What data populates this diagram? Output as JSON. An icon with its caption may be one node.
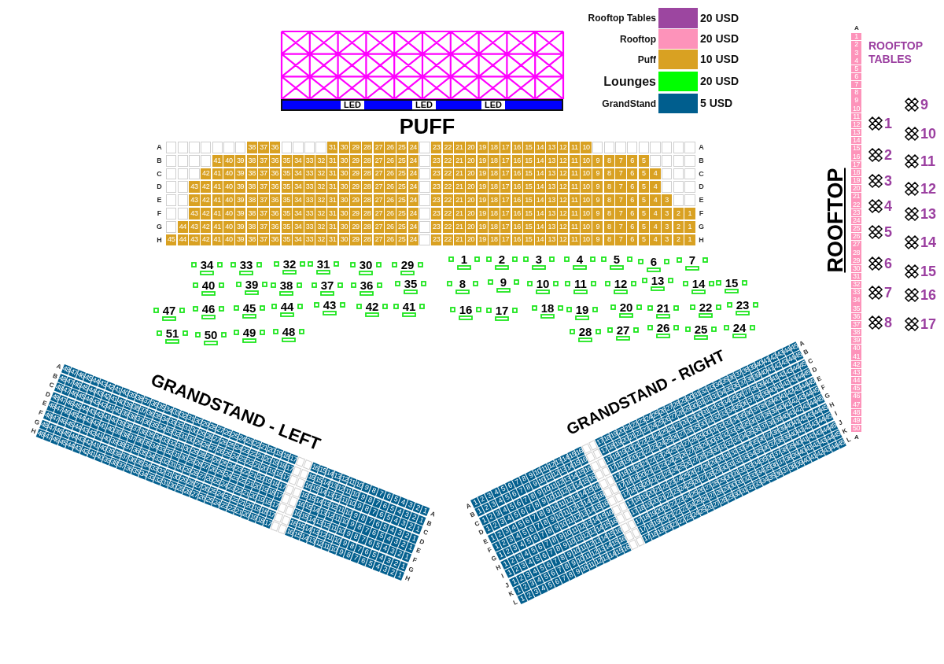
{
  "diagram": {
    "nodes": [
      {
        "text": [],
        "shape": "bar"
      },
      {
        "text": [
          "LED"
        ],
        "in": 0
      },
      {
        "text": [
          "LED"
        ],
        "in": 0
      },
      {
        "text": [
          "LED"
        ],
        "in": 0
      },
      {
        "text": [
          "PUFF"
        ]
      },
      {
        "text": [
          "34"
        ]
      },
      {
        "text": [
          "33"
        ]
      },
      {
        "text": [
          "32"
        ]
      },
      {
        "text": [
          "31"
        ]
      },
      {
        "text": [
          "30"
        ]
      },
      {
        "text": [
          "29"
        ]
      },
      {
        "text": [
          "1"
        ]
      },
      {
        "text": [
          "2"
        ]
      },
      {
        "text": [
          "3"
        ]
      },
      {
        "text": [
          "4"
        ]
      },
      {
        "text": [
          "5"
        ]
      },
      {
        "text": [
          "6"
        ]
      },
      {
        "text": [
          "7"
        ]
      },
      {
        "text": [
          "40"
        ]
      },
      {
        "text": [
          "39"
        ]
      },
      {
        "text": [
          "38"
        ]
      },
      {
        "text": [
          "37"
        ]
      },
      {
        "text": [
          "36"
        ]
      },
      {
        "text": [
          "35"
        ]
      },
      {
        "text": [
          "8"
        ]
      },
      {
        "text": [
          "9"
        ]
      },
      {
        "text": [
          "10"
        ]
      },
      {
        "text": [
          "11"
        ]
      },
      {
        "text": [
          "12"
        ]
      },
      {
        "text": [
          "13"
        ]
      },
      {
        "text": [
          "14"
        ]
      },
      {
        "text": [
          "15"
        ]
      },
      {
        "text": [
          "47"
        ]
      },
      {
        "text": [
          "46"
        ]
      },
      {
        "text": [
          "45"
        ]
      },
      {
        "text": [
          "44"
        ]
      },
      {
        "text": [
          "43"
        ]
      },
      {
        "text": [
          "42"
        ]
      },
      {
        "text": [
          "41"
        ]
      },
      {
        "text": [
          "16"
        ]
      },
      {
        "text": [
          "17"
        ]
      },
      {
        "text": [
          "18"
        ]
      },
      {
        "text": [
          "19"
        ]
      },
      {
        "text": [
          "20"
        ]
      },
      {
        "text": [
          "21"
        ]
      },
      {
        "text": [
          "22"
        ]
      },
      {
        "text": [
          "23"
        ]
      },
      {
        "text": [
          "51"
        ]
      },
      {
        "text": [
          "50"
        ]
      },
      {
        "text": [
          "49"
        ]
      },
      {
        "text": [
          "48"
        ]
      },
      {
        "text": [
          "28"
        ]
      },
      {
        "text": [
          "27"
        ]
      },
      {
        "text": [
          "26"
        ]
      },
      {
        "text": [
          "25"
        ]
      },
      {
        "text": [
          "24"
        ]
      },
      {
        "text": [
          "GRANDSTAND - LEFT"
        ]
      },
      {
        "text": [
          "GRANDSTAND - RIGHT"
        ]
      },
      {
        "text": [
          "ROOFTOP"
        ]
      },
      {
        "text": [
          "1"
        ]
      },
      {
        "text": [
          "2"
        ]
      },
      {
        "text": [
          "3"
        ]
      },
      {
        "text": [
          "4"
        ]
      },
      {
        "text": [
          "5"
        ]
      },
      {
        "text": [
          "6"
        ]
      },
      {
        "text": [
          "7"
        ]
      },
      {
        "text": [
          "8"
        ]
      },
      {
        "text": [
          "9"
        ]
      },
      {
        "text": [
          "10"
        ]
      },
      {
        "text": [
          "11"
        ]
      },
      {
        "text": [
          "12"
        ]
      },
      {
        "text": [
          "13"
        ]
      },
      {
        "text": [
          "14"
        ]
      },
      {
        "text": [
          "15"
        ]
      },
      {
        "text": [
          "16"
        ]
      },
      {
        "text": [
          "17"
        ]
      }
    ],
    "legend": [
      {
        "text": "Rooftop Tables",
        "color": "#9c46a0"
      },
      {
        "text": "Rooftop",
        "color": "#fd93ba"
      },
      {
        "text": "Puff",
        "color": "#d9a122"
      },
      {
        "text": "Lounges",
        "color": "#00ff00"
      },
      {
        "text": "GrandStand",
        "color": "#005e8e"
      }
    ],
    "labels": [
      "20 USD",
      "20 USD",
      "10 USD",
      "20 USD",
      "5 USD",
      "A",
      "38",
      "37",
      "36",
      "31",
      "30",
      "29",
      "28",
      "27",
      "26",
      "25",
      "24",
      "23",
      "22",
      "21",
      "20",
      "19",
      "18",
      "17",
      "16",
      "15",
      "14",
      "13",
      "12",
      "11",
      "10",
      "A",
      "B",
      "41",
      "40",
      "39",
      "38",
      "37",
      "36",
      "35",
      "34",
      "33",
      "32",
      "31",
      "30",
      "29",
      "28",
      "27",
      "26",
      "25",
      "24",
      "23",
      "22",
      "21",
      "20",
      "19",
      "18",
      "17",
      "16",
      "15",
      "14",
      "13",
      "12",
      "11",
      "10",
      "9",
      "8",
      "7",
      "6",
      "5",
      "B",
      "C",
      "42",
      "41",
      "40",
      "39",
      "38",
      "37",
      "36",
      "35",
      "34",
      "33",
      "32",
      "31",
      "30",
      "29",
      "28",
      "27",
      "26",
      "25",
      "24",
      "23",
      "22",
      "21",
      "20",
      "19",
      "18",
      "17",
      "16",
      "15",
      "14",
      "13",
      "12",
      "11",
      "10",
      "9",
      "8",
      "7",
      "6",
      "5",
      "4",
      "C",
      "D",
      "43",
      "42",
      "41",
      "40",
      "39",
      "38",
      "37",
      "36",
      "35",
      "34",
      "33",
      "32",
      "31",
      "30",
      "29",
      "28",
      "27",
      "26",
      "25",
      "24",
      "23",
      "22",
      "21",
      "20",
      "19",
      "18",
      "17",
      "16",
      "15",
      "14",
      "13",
      "12",
      "11",
      "10",
      "9",
      "8",
      "7",
      "6",
      "5",
      "4",
      "D",
      "E",
      "43",
      "42",
      "41",
      "40",
      "39",
      "38",
      "37",
      "36",
      "35",
      "34",
      "33",
      "32",
      "31",
      "30",
      "29",
      "28",
      "27",
      "26",
      "25",
      "24",
      "23",
      "22",
      "21",
      "20",
      "19",
      "18",
      "17",
      "16",
      "15",
      "14",
      "13",
      "12",
      "11",
      "10",
      "9",
      "8",
      "7",
      "6",
      "5",
      "4",
      "3",
      "E",
      "F",
      "43",
      "42",
      "41",
      "40",
      "39",
      "38",
      "37",
      "36",
      "35",
      "34",
      "33",
      "32",
      "31",
      "30",
      "29",
      "28",
      "27",
      "26",
      "25",
      "24",
      "23",
      "22",
      "21",
      "20",
      "19",
      "18",
      "17",
      "16",
      "15",
      "14",
      "13",
      "12",
      "11",
      "10",
      "9",
      "8",
      "7",
      "6",
      "5",
      "4",
      "3",
      "2",
      "1",
      "F",
      "G",
      "44",
      "43",
      "42",
      "41",
      "40",
      "39",
      "38",
      "37",
      "36",
      "35",
      "34",
      "33",
      "32",
      "31",
      "30",
      "29",
      "28",
      "27",
      "26",
      "25",
      "24",
      "23",
      "22",
      "21",
      "20",
      "19",
      "18",
      "17",
      "16",
      "15",
      "14",
      "13",
      "12",
      "11",
      "10",
      "9",
      "8",
      "7",
      "6",
      "5",
      "4",
      "3",
      "2",
      "1",
      "G",
      "H",
      "45",
      "44",
      "43",
      "42",
      "41",
      "40",
      "39",
      "38",
      "37",
      "36",
      "35",
      "34",
      "33",
      "32",
      "31",
      "30",
      "29",
      "28",
      "27",
      "26",
      "25",
      "24",
      "23",
      "22",
      "21",
      "20",
      "19",
      "18",
      "17",
      "16",
      "15",
      "14",
      "13",
      "12",
      "11",
      "10",
      "9",
      "8",
      "7",
      "6",
      "5",
      "4",
      "3",
      "2",
      "1",
      "H",
      "A",
      "48",
      "47",
      "46",
      "45",
      "44",
      "43",
      "42",
      "41",
      "40",
      "39",
      "38",
      "37",
      "36",
      "35",
      "34",
      "33",
      "32",
      "31",
      "30",
      "29",
      "28",
      "27",
      "26",
      "25",
      "24",
      "23",
      "22",
      "21",
      "20",
      "19",
      "18",
      "17",
      "16",
      "15",
      "14",
      "13",
      "12",
      "11",
      "10",
      "9",
      "8",
      "7",
      "6",
      "5",
      "4",
      "3",
      "2",
      "1",
      "A",
      "B",
      "48",
      "47",
      "46",
      "45",
      "44",
      "43",
      "42",
      "41",
      "40",
      "39",
      "38",
      "37",
      "36",
      "35",
      "34",
      "33",
      "32",
      "31",
      "30",
      "29",
      "28",
      "27",
      "26",
      "25",
      "24",
      "23",
      "22",
      "21",
      "20",
      "19",
      "18",
      "17",
      "16",
      "15",
      "14",
      "13",
      "12",
      "11",
      "10",
      "9",
      "8",
      "7",
      "6",
      "5",
      "4",
      "3",
      "2",
      "1",
      "B",
      "C",
      "48",
      "47",
      "46",
      "45",
      "44",
      "43",
      "42",
      "41",
      "40",
      "39",
      "38",
      "37",
      "36",
      "35",
      "34",
      "33",
      "32",
      "31",
      "30",
      "29",
      "28",
      "27",
      "26",
      "25",
      "24",
      "23",
      "22",
      "21",
      "20",
      "19",
      "18",
      "17",
      "16",
      "15",
      "14",
      "13",
      "12",
      "11",
      "10",
      "9",
      "8",
      "7",
      "6",
      "5",
      "4",
      "3",
      "2",
      "1",
      "C",
      "D",
      "48",
      "47",
      "46",
      "45",
      "44",
      "43",
      "42",
      "41",
      "40",
      "39",
      "38",
      "37",
      "36",
      "35",
      "34",
      "33",
      "32",
      "31",
      "30",
      "29",
      "28",
      "27",
      "26",
      "25",
      "24",
      "23",
      "22",
      "21",
      "20",
      "19",
      "18",
      "17",
      "16",
      "15",
      "14",
      "13",
      "12",
      "11",
      "10",
      "9",
      "8",
      "7",
      "6",
      "5",
      "4",
      "3",
      "2",
      "1",
      "D",
      "E",
      "48",
      "47",
      "46",
      "45",
      "44",
      "43",
      "42",
      "41",
      "40",
      "39",
      "38",
      "37",
      "36",
      "35",
      "34",
      "33",
      "32",
      "31",
      "30",
      "29",
      "28",
      "27",
      "26",
      "25",
      "24",
      "23",
      "22",
      "21",
      "20",
      "19",
      "18",
      "17",
      "16",
      "15",
      "14",
      "13",
      "12",
      "11",
      "10",
      "9",
      "8",
      "7",
      "6",
      "5",
      "4",
      "3",
      "2",
      "1",
      "E",
      "F",
      "48",
      "47",
      "46",
      "45",
      "44",
      "43",
      "42",
      "41",
      "40",
      "39",
      "38",
      "37",
      "36",
      "35",
      "34",
      "33",
      "32",
      "31",
      "30",
      "29",
      "28",
      "27",
      "26",
      "25",
      "24",
      "23",
      "22",
      "21",
      "20",
      "19",
      "18",
      "17",
      "16",
      "15",
      "14",
      "13",
      "12",
      "11",
      "10",
      "9",
      "8",
      "7",
      "6",
      "5",
      "4",
      "3",
      "2",
      "1",
      "F",
      "G",
      "48",
      "47",
      "46",
      "45",
      "44",
      "43",
      "42",
      "41",
      "40",
      "39",
      "38",
      "37",
      "36",
      "35",
      "34",
      "33",
      "32",
      "31",
      "30",
      "29",
      "28",
      "27",
      "26",
      "25",
      "24",
      "23",
      "22",
      "21",
      "20",
      "19",
      "18",
      "17",
      "16",
      "15",
      "14",
      "13",
      "12",
      "11",
      "10",
      "9",
      "8",
      "7",
      "6",
      "5",
      "4",
      "3",
      "2",
      "1",
      "G",
      "H",
      "48",
      "47",
      "46",
      "45",
      "44",
      "43",
      "42",
      "41",
      "40",
      "39",
      "38",
      "37",
      "36",
      "35",
      "34",
      "33",
      "32",
      "31",
      "30",
      "29",
      "28",
      "27",
      "26",
      "25",
      "24",
      "23",
      "22",
      "21",
      "20",
      "19",
      "18",
      "17",
      "16",
      "15",
      "14",
      "13",
      "12",
      "11",
      "10",
      "9",
      "8",
      "7",
      "6",
      "5",
      "4",
      "3",
      "2",
      "1",
      "H",
      "A",
      "1",
      "2",
      "3",
      "4",
      "5",
      "6",
      "7",
      "8",
      "9",
      "10",
      "11",
      "12",
      "13",
      "14",
      "15",
      "16",
      "17",
      "18",
      "19",
      "20",
      "21",
      "22",
      "23",
      "24",
      "25",
      "26",
      "27",
      "28",
      "29",
      "30",
      "31",
      "32",
      "33",
      "34",
      "35",
      "36",
      "37",
      "38",
      "39",
      "40",
      "41",
      "42",
      "43",
      "44",
      "45",
      "A",
      "B",
      "1",
      "2",
      "3",
      "4",
      "5",
      "6",
      "7",
      "8",
      "9",
      "10",
      "11",
      "12",
      "13",
      "14",
      "15",
      "16",
      "17",
      "18",
      "19",
      "20",
      "21",
      "22",
      "23",
      "24",
      "25",
      "26",
      "27",
      "28",
      "29",
      "30",
      "31",
      "32",
      "33",
      "34",
      "35",
      "36",
      "37",
      "38",
      "39",
      "40",
      "41",
      "42",
      "43",
      "44",
      "45",
      "B",
      "C",
      "1",
      "2",
      "3",
      "4",
      "5",
      "6",
      "7",
      "8",
      "9",
      "10",
      "11",
      "12",
      "13",
      "14",
      "15",
      "16",
      "17",
      "18",
      "19",
      "20",
      "21",
      "22",
      "23",
      "24",
      "25",
      "26",
      "27",
      "28",
      "29",
      "30",
      "31",
      "32",
      "33",
      "34",
      "35",
      "36",
      "37",
      "38",
      "39",
      "40",
      "41",
      "42",
      "43",
      "44",
      "45",
      "C",
      "D",
      "1",
      "2",
      "3",
      "4",
      "5",
      "6",
      "7",
      "8",
      "9",
      "10",
      "11",
      "12",
      "13",
      "14",
      "15",
      "16",
      "17",
      "18",
      "19",
      "20",
      "21",
      "22",
      "23",
      "24",
      "25",
      "26",
      "27",
      "28",
      "29",
      "30",
      "31",
      "32",
      "33",
      "34",
      "35",
      "36",
      "37",
      "38",
      "39",
      "40",
      "41",
      "42",
      "43",
      "44",
      "45",
      "D",
      "E",
      "1",
      "2",
      "3",
      "4",
      "5",
      "6",
      "7",
      "8",
      "9",
      "10",
      "11",
      "12",
      "13",
      "14",
      "15",
      "16",
      "17",
      "18",
      "19",
      "20",
      "21",
      "22",
      "23",
      "24",
      "25",
      "26",
      "27",
      "28",
      "29",
      "30",
      "31",
      "32",
      "33",
      "34",
      "35",
      "36",
      "37",
      "38",
      "39",
      "40",
      "41",
      "42",
      "43",
      "44",
      "45",
      "E",
      "F",
      "1",
      "2",
      "3",
      "4",
      "5",
      "6",
      "7",
      "8",
      "9",
      "10",
      "11",
      "12",
      "13",
      "14",
      "15",
      "16",
      "17",
      "18",
      "19",
      "20",
      "21",
      "22",
      "23",
      "24",
      "25",
      "26",
      "27",
      "28",
      "29",
      "30",
      "31",
      "32",
      "33",
      "34",
      "35",
      "36",
      "37",
      "38",
      "39",
      "40",
      "41",
      "42",
      "43",
      "44",
      "45",
      "F",
      "G",
      "1",
      "2",
      "3",
      "4",
      "5",
      "6",
      "7",
      "8",
      "9",
      "10",
      "11",
      "12",
      "13",
      "14",
      "15",
      "16",
      "17",
      "18",
      "19",
      "20",
      "21",
      "22",
      "23",
      "24",
      "25",
      "26",
      "27",
      "28",
      "29",
      "30",
      "31",
      "32",
      "33",
      "34",
      "35",
      "36",
      "37",
      "38",
      "39",
      "40",
      "41",
      "42",
      "43",
      "44",
      "45",
      "G",
      "H",
      "1",
      "2",
      "3",
      "4",
      "5",
      "6",
      "7",
      "8",
      "9",
      "10",
      "11",
      "12",
      "13",
      "14",
      "15",
      "16",
      "17",
      "18",
      "19",
      "20",
      "21",
      "22",
      "23",
      "24",
      "25",
      "26",
      "27",
      "28",
      "29",
      "30",
      "31",
      "32",
      "33",
      "34",
      "35",
      "36",
      "37",
      "38",
      "39",
      "40",
      "41",
      "42",
      "43",
      "44",
      "45",
      "H",
      "I",
      "1",
      "2",
      "3",
      "4",
      "5",
      "6",
      "7",
      "8",
      "9",
      "10",
      "11",
      "12",
      "13",
      "14",
      "15",
      "16",
      "17",
      "18",
      "19",
      "20",
      "21",
      "22",
      "23",
      "24",
      "25",
      "26",
      "27",
      "28",
      "29",
      "30",
      "31",
      "32",
      "33",
      "34",
      "35",
      "36",
      "37",
      "38",
      "39",
      "40",
      "41",
      "42",
      "43",
      "44",
      "45",
      "I",
      "J",
      "1",
      "2",
      "3",
      "4",
      "5",
      "6",
      "7",
      "8",
      "9",
      "10",
      "11",
      "12",
      "13",
      "14",
      "15",
      "16",
      "17",
      "18",
      "19",
      "20",
      "21",
      "22",
      "23",
      "24",
      "25",
      "26",
      "27",
      "28",
      "29",
      "30",
      "31",
      "32",
      "33",
      "34",
      "35",
      "36",
      "37",
      "38",
      "39",
      "40",
      "41",
      "42",
      "43",
      "44",
      "45",
      "J",
      "K",
      "1",
      "2",
      "3",
      "4",
      "5",
      "6",
      "7",
      "8",
      "9",
      "10",
      "11",
      "12",
      "13",
      "14",
      "15",
      "16",
      "17",
      "18",
      "19",
      "20",
      "21",
      "22",
      "23",
      "24",
      "25",
      "26",
      "27",
      "28",
      "29",
      "30",
      "31",
      "32",
      "33",
      "34",
      "35",
      "36",
      "37",
      "38",
      "39",
      "40",
      "41",
      "42",
      "43",
      "44",
      "45",
      "K",
      "L",
      "1",
      "2",
      "3",
      "4",
      "5",
      "6",
      "7",
      "8",
      "9",
      "10",
      "11",
      "12",
      "13",
      "14",
      "15",
      "16",
      "17",
      "18",
      "19",
      "20",
      "21",
      "22",
      "23",
      "24",
      "25",
      "26",
      "27",
      "28",
      "29",
      "30",
      "31",
      "32",
      "33",
      "34",
      "35",
      "36",
      "37",
      "38",
      "39",
      "40",
      "41",
      "42",
      "43",
      "44",
      "45",
      "L",
      "A",
      "1",
      "2",
      "3",
      "4",
      "5",
      "6",
      "7",
      "8",
      "9",
      "10",
      "11",
      "12",
      "13",
      "14",
      "15",
      "16",
      "17",
      "18",
      "19",
      "20",
      "21",
      "22",
      "23",
      "24",
      "25",
      "26",
      "27",
      "28",
      "29",
      "30",
      "31",
      "32",
      "33",
      "34",
      "35",
      "36",
      "37",
      "38",
      "39",
      "40",
      "41",
      "42",
      "43",
      "44",
      "45",
      "46",
      "47",
      "48",
      "49",
      "50",
      "A",
      "ROOFTOP TABLES"
    ]
  }
}
